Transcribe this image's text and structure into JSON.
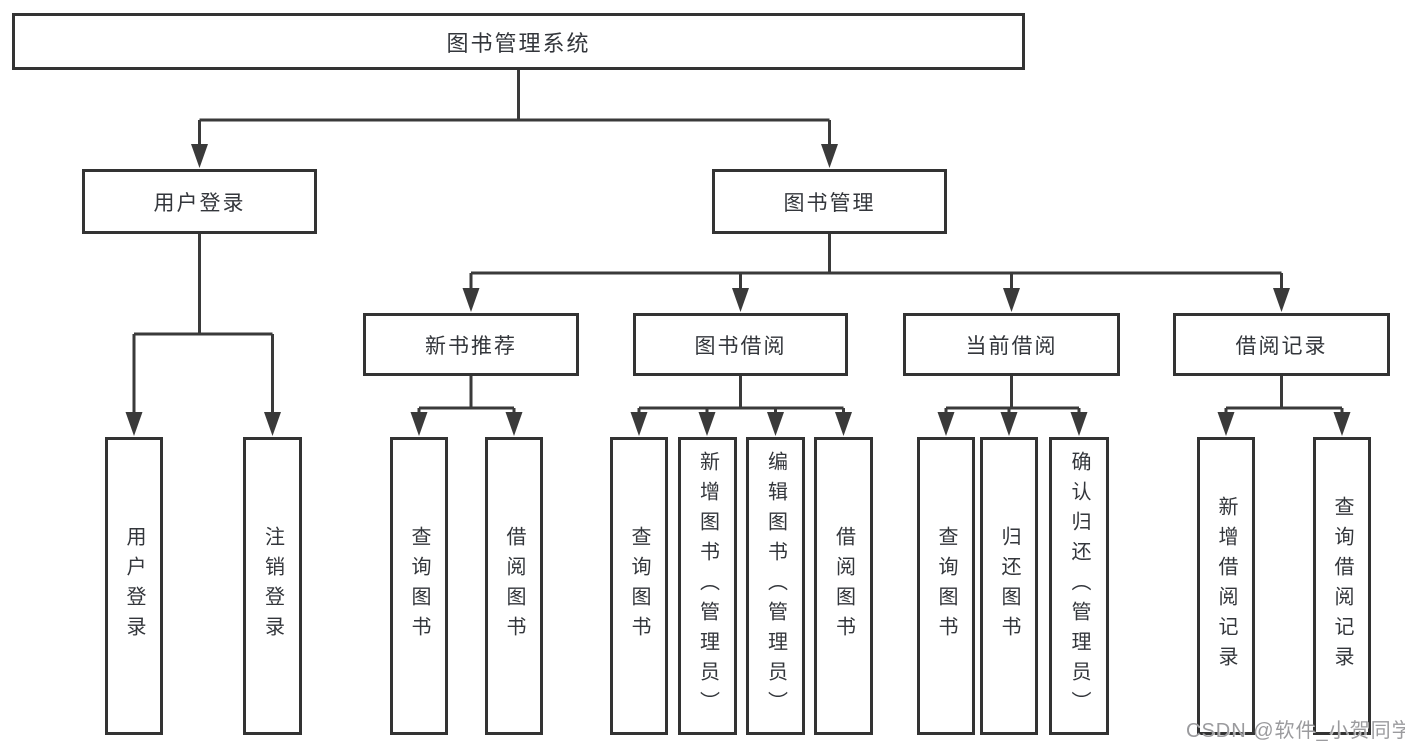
{
  "diagram": {
    "root": {
      "label": "图书管理系统"
    },
    "level2": [
      {
        "label": "用户登录"
      },
      {
        "label": "图书管理"
      }
    ],
    "level3": [
      {
        "label": "新书推荐"
      },
      {
        "label": "图书借阅"
      },
      {
        "label": "当前借阅"
      },
      {
        "label": "借阅记录"
      }
    ],
    "leaves": {
      "user_login": [
        "用户登录",
        "注销登录"
      ],
      "new_book_recommend": [
        "查询图书",
        "借阅图书"
      ],
      "book_borrow": [
        "查询图书",
        "新增图书（管理员）",
        "编辑图书（管理员）",
        "借阅图书"
      ],
      "current_borrow": [
        "查询图书",
        "归还图书",
        "确认归还（管理员）"
      ],
      "borrow_records": [
        "新增借阅记录",
        "查询借阅记录"
      ]
    }
  },
  "watermark": {
    "text": "CSDN @软件_小贺同学"
  },
  "colors": {
    "line": "#3a3a3a",
    "border": "#333333",
    "text": "#33363b",
    "background": "#ffffff",
    "watermark": "#9b9b9e"
  }
}
